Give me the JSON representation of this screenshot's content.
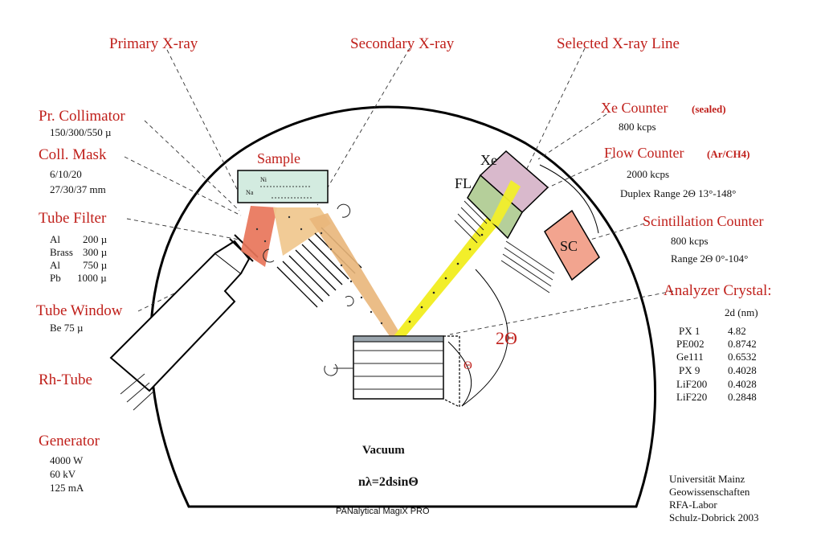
{
  "labels": {
    "primary_xray": "Primary X-ray",
    "secondary_xray": "Secondary X-ray",
    "selected_line": "Selected X-ray Line",
    "pr_collimator": "Pr. Collimator",
    "pr_collimator_val": "150/300/550 µ",
    "coll_mask": "Coll. Mask",
    "coll_mask_val1": "6/10/20",
    "coll_mask_val2": "27/30/37 mm",
    "tube_filter": "Tube Filter",
    "tube_filter_rows": [
      {
        "material": "Al",
        "value": "200 µ"
      },
      {
        "material": "Brass",
        "value": "300 µ"
      },
      {
        "material": "Al",
        "value": "750 µ"
      },
      {
        "material": "Pb",
        "value": "1000 µ"
      }
    ],
    "tube_window": "Tube Window",
    "tube_window_val": "Be 75 µ",
    "rh_tube": "Rh-Tube",
    "generator": "Generator",
    "generator_vals": [
      "4000 W",
      "60 kV",
      "125 mA"
    ],
    "sample": "Sample",
    "sample_ni": "Ni",
    "sample_na": "Na",
    "xe_counter": "Xe Counter",
    "xe_counter_note": "(sealed)",
    "xe_counter_val": "800 kcps",
    "flow_counter": "Flow Counter",
    "flow_counter_note": "(Ar/CH4)",
    "flow_counter_val1": "2000 kcps",
    "flow_counter_val2": "Duplex Range 2Θ 13°-148°",
    "scint_counter": "Scintillation Counter",
    "scint_counter_val1": "800 kcps",
    "scint_counter_val2": "Range 2Θ  0°-104°",
    "xe_tag": "Xe",
    "fl_tag": "FL",
    "sc_tag": "SC",
    "analyzer": "Analyzer Crystal:",
    "analyzer_header": "2d (nm)",
    "analyzer_rows": [
      {
        "crystal": "PX 1",
        "d": "4.82"
      },
      {
        "crystal": "PE002",
        "d": "0.8742"
      },
      {
        "crystal": "Ge111",
        "d": "0.6532"
      },
      {
        "crystal": "PX 9",
        "d": "0.4028"
      },
      {
        "crystal": "LiF200",
        "d": "0.4028"
      },
      {
        "crystal": "LiF220",
        "d": "0.2848"
      }
    ],
    "two_theta": "2Θ",
    "theta": "Θ",
    "vacuum": "Vacuum",
    "bragg": "nλ=2dsinΘ",
    "instrument": "PANalytical  MagiX PRO",
    "credit": [
      "Universität Mainz",
      "Geowissenschaften",
      "RFA-Labor",
      "Schulz-Dobrick 2003"
    ]
  },
  "colors": {
    "label_red": "#c0201b",
    "primary_beam": "#e8755a",
    "secondary_beam": "#f0c890",
    "diffracted_beam": "#f2ee2a",
    "sample_fill": "#d3ebe0",
    "xe_fill": "#d9b9cc",
    "fl_fill": "#b5cf9a",
    "sc_fill": "#f2a48f"
  }
}
